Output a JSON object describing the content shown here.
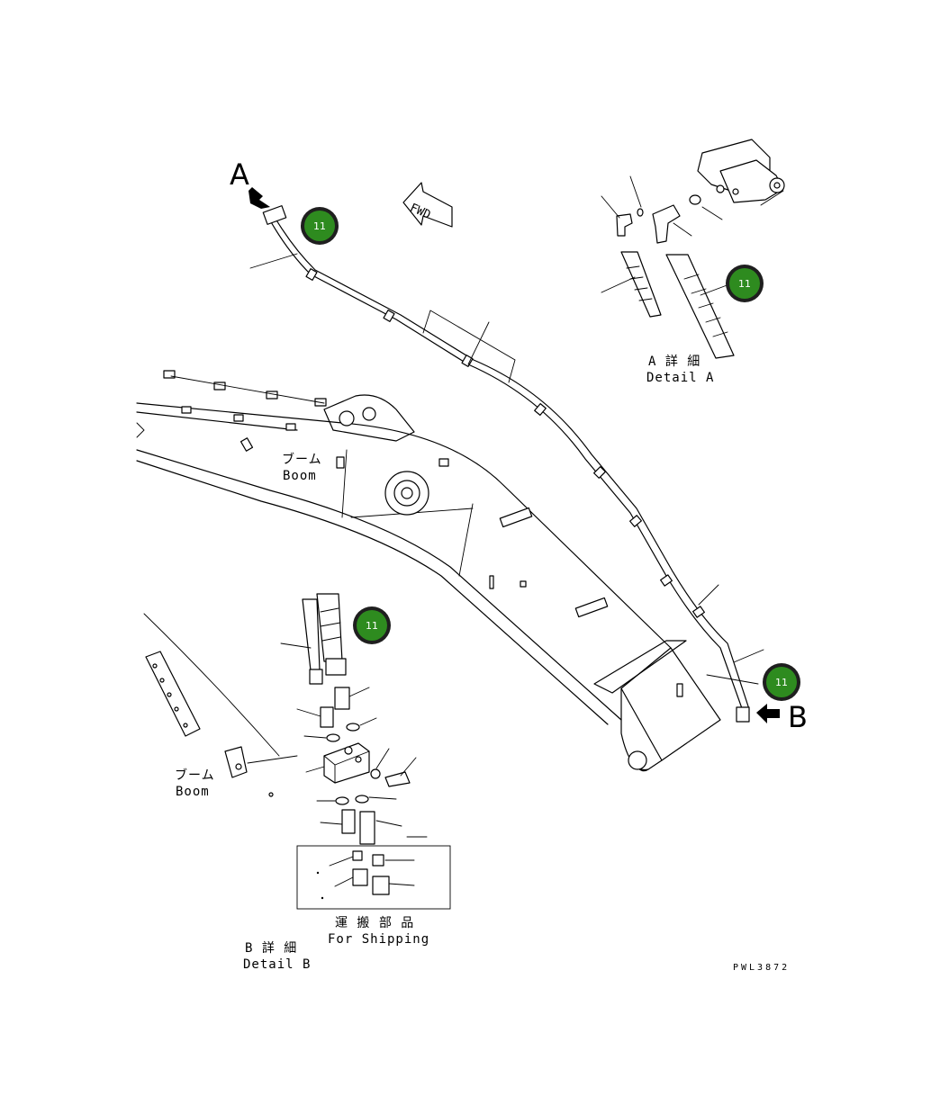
{
  "labels": {
    "view_a": "A",
    "view_b": "B",
    "fwd": "FWD",
    "boom_jp_main": "ブーム",
    "boom_en_main": "Boom",
    "boom_jp_detail": "ブーム",
    "boom_en_detail": "Boom",
    "detail_a_jp": "A 詳 細",
    "detail_a_en": "Detail A",
    "detail_b_jp": "B 詳 細",
    "detail_b_en": "Detail B",
    "shipping_jp": "運 搬 部 品",
    "shipping_en": "For Shipping",
    "drawing_code": "PWL3872"
  },
  "callouts": [
    {
      "number": "11"
    },
    {
      "number": "11"
    },
    {
      "number": "11"
    },
    {
      "number": "11"
    }
  ],
  "colors": {
    "callout_fill": "#2e8b1f",
    "callout_ring": "#1f1f1f",
    "line": "#000000",
    "background": "#ffffff"
  }
}
